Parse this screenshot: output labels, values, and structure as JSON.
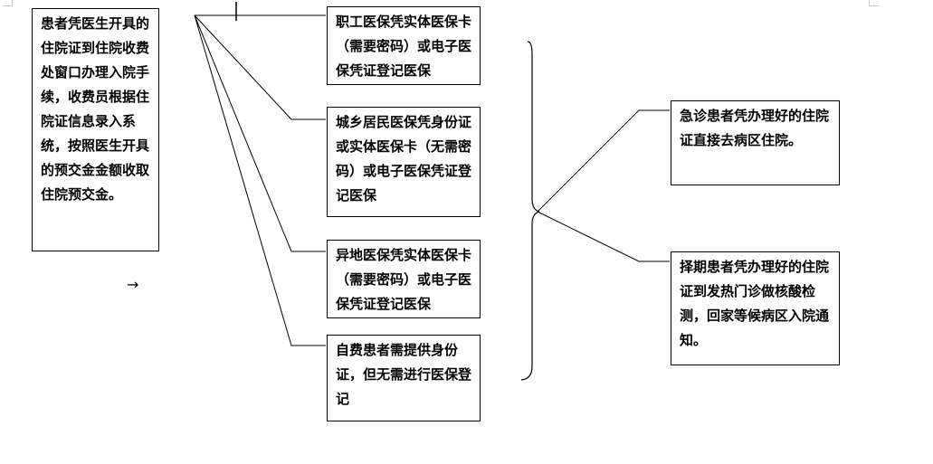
{
  "diagram": {
    "boxes": [
      {
        "id": "start",
        "text": "患者凭医生开具的住院证到住院收费处窗口办理入院手续，收费员根据住院证信息录入系统，按照医生开具的预交金金额收取住院预交金。"
      },
      {
        "id": "employee",
        "text": "职工医保凭实体医保卡（需要密码）或电子医保凭证登记医保"
      },
      {
        "id": "resident",
        "text": "城乡居民医保凭身份证或实体医保卡（无需密码）或电子医保凭证登记医保"
      },
      {
        "id": "remote",
        "text": "异地医保凭实体医保卡（需要密码）或电子医保凭证登记医保"
      },
      {
        "id": "selfpay",
        "text": "自费患者需提供身份证，但无需进行医保登记"
      },
      {
        "id": "emergency",
        "text": "急诊患者凭办理好的住院证直接去病区住院。"
      },
      {
        "id": "elective",
        "text": "择期患者凭办理好的住院证到发热门诊做核酸检测，回家等候病区入院通知。"
      }
    ],
    "arrow_glyph": "→"
  }
}
